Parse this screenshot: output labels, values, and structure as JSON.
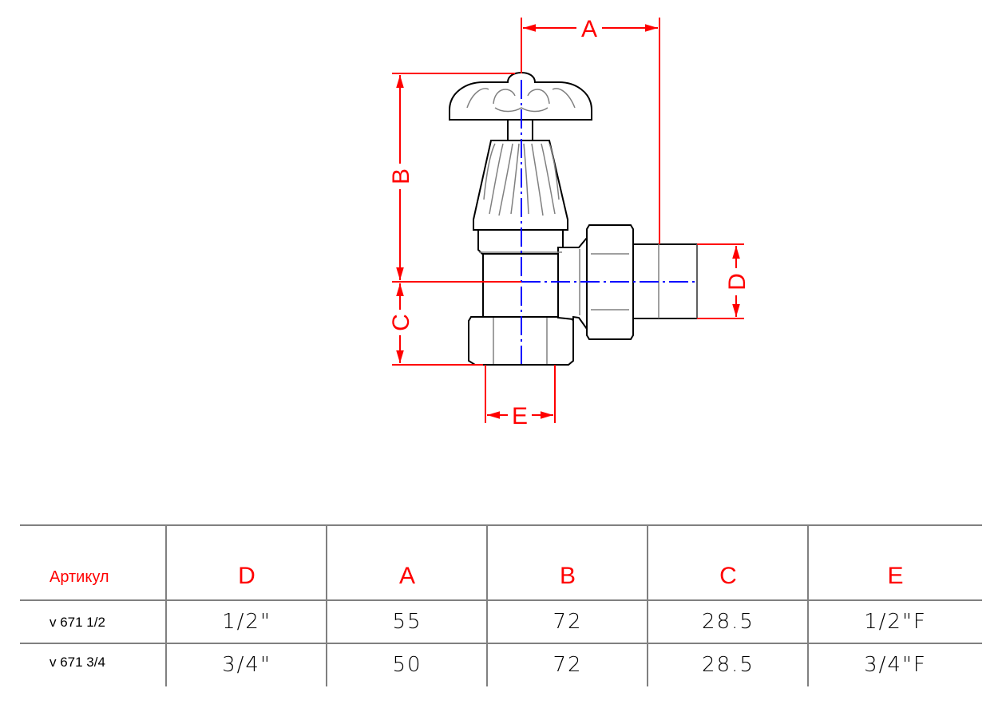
{
  "drawing": {
    "dimension_labels": {
      "A": "A",
      "B": "B",
      "C": "C",
      "D": "D",
      "E": "E"
    },
    "colors": {
      "dimension": "#ff0000",
      "centerline": "#0000ff",
      "outline": "#000000",
      "detail": "#808080"
    }
  },
  "table": {
    "headers": [
      "Артикул",
      "D",
      "A",
      "B",
      "C",
      "E"
    ],
    "rows": [
      [
        "v 671 1/2",
        "1/2\"",
        "55",
        "72",
        "28.5",
        "1/2\"F"
      ],
      [
        "v 671 3/4",
        "3/4\"",
        "50",
        "72",
        "28.5",
        "3/4\"F"
      ]
    ]
  }
}
